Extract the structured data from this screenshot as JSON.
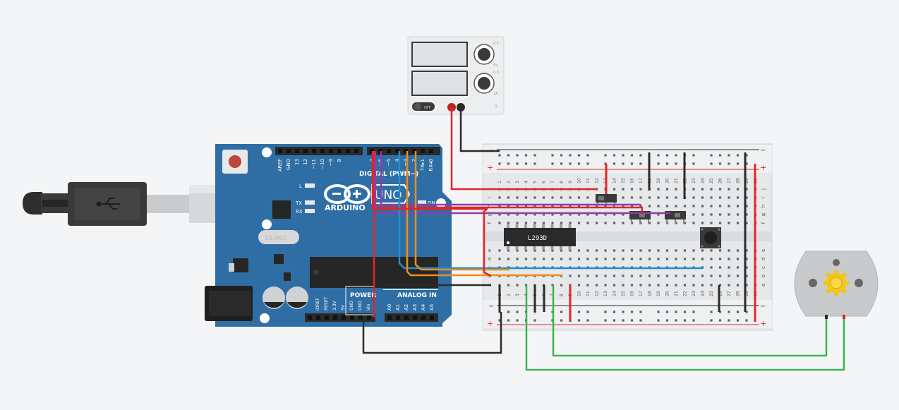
{
  "arduino": {
    "brand": "ARDUINO",
    "model": "UNO",
    "digital_header": "DIGITAL (PWM~)",
    "power_header": "POWER",
    "analog_header": "ANALOG IN",
    "on_label": "ON",
    "l_label": "L",
    "tx_label": "TX",
    "rx_label": "RX",
    "digital_pins": [
      "AREF",
      "GND",
      "13",
      "12",
      "~11",
      "~10",
      "~9",
      "8",
      "7",
      "~6",
      "~5",
      "4",
      "~3",
      "2",
      "TX▸1",
      "RX◂0"
    ],
    "power_pins": [
      "IOREF",
      "RESET",
      "3.3V",
      "5V",
      "GND",
      "GND",
      "Vin"
    ],
    "analog_pins": [
      "A0",
      "A1",
      "A2",
      "A3",
      "A4",
      "A5"
    ],
    "crystal_label": "16.000"
  },
  "power_supply": {
    "off_label": "OFF",
    "knob1_max": "5V",
    "knob1_top": "0.5",
    "knob2_max": "1A",
    "knob2_top": "0.5"
  },
  "breadboard": {
    "columns_top": [
      "1",
      "2",
      "3",
      "4",
      "5",
      "6",
      "7",
      "8",
      "9",
      "10",
      "11",
      "12",
      "13",
      "14",
      "15",
      "16",
      "17",
      "18",
      "19",
      "20",
      "21",
      "22",
      "23",
      "24",
      "25",
      "26",
      "27",
      "28",
      "29",
      "30"
    ],
    "columns_bottom": [
      "1",
      "2",
      "3",
      "4",
      "5",
      "6",
      "7",
      "8",
      "9",
      "10",
      "11",
      "12",
      "13",
      "14",
      "15",
      "16",
      "17",
      "18",
      "19",
      "20",
      "21",
      "22",
      "23",
      "24",
      "25",
      "26",
      "27",
      "28",
      "29",
      "30"
    ],
    "rows_top": [
      "j",
      "i",
      "h",
      "g",
      "f"
    ],
    "rows_bottom": [
      "e",
      "d",
      "c",
      "b",
      "a"
    ],
    "plus": "+",
    "minus": "−"
  },
  "ic": {
    "label": "L293D"
  },
  "colors": {
    "arduino_blue": "#2f6ea5",
    "wire_red": "#e0262b",
    "wire_black": "#2b2b2b",
    "wire_purple": "#8a3fa8",
    "wire_blue": "#1e90d0",
    "wire_orange": "#f08c1a",
    "wire_green": "#3bb54a"
  }
}
